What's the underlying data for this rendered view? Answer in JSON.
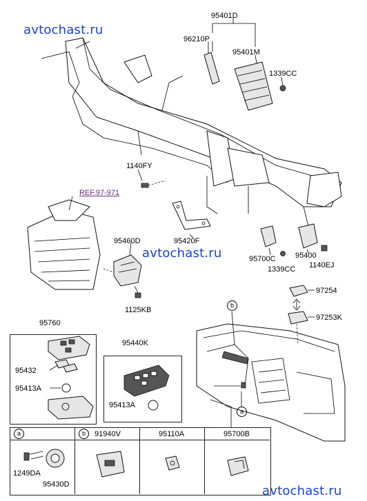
{
  "watermarks": [
    "avtochast.ru",
    "avtochast.ru",
    "avtochast.ru"
  ],
  "labels": {
    "p95401D": "95401D",
    "p96210P": "96210P",
    "p95401M": "95401M",
    "p1339CC_a": "1339CC",
    "p1140FY": "1140FY",
    "ref": "REF.97-971",
    "p95460D": "95460D",
    "p95420F": "95420F",
    "p95700C": "95700C",
    "p95400": "95400",
    "p1339CC_b": "1339CC",
    "p1140EJ": "1140EJ",
    "p1125KB": "1125KB",
    "p97254": "97254",
    "p97253K": "97253K",
    "p95760": "95760",
    "p95432": "95432",
    "p95413A_a": "95413A",
    "p95440K": "95440K",
    "p95413A_b": "95413A",
    "p91940V": "91940V",
    "p95110A": "95110A",
    "p95700B": "95700B",
    "p1249DA": "1249DA",
    "p95430D": "95430D"
  },
  "callouts": {
    "a": "a",
    "b": "b"
  }
}
